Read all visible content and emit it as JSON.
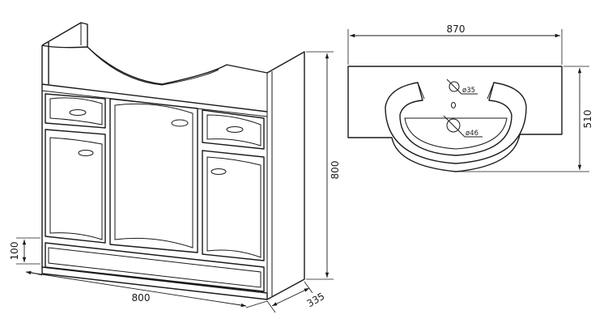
{
  "dimensions": {
    "cabinet_width": "800",
    "cabinet_height": "800",
    "cabinet_depth": "335",
    "plinth_height": "100",
    "basin_width": "870",
    "basin_depth": "510",
    "tap_hole": "ø35",
    "drain_hole": "ø46"
  }
}
